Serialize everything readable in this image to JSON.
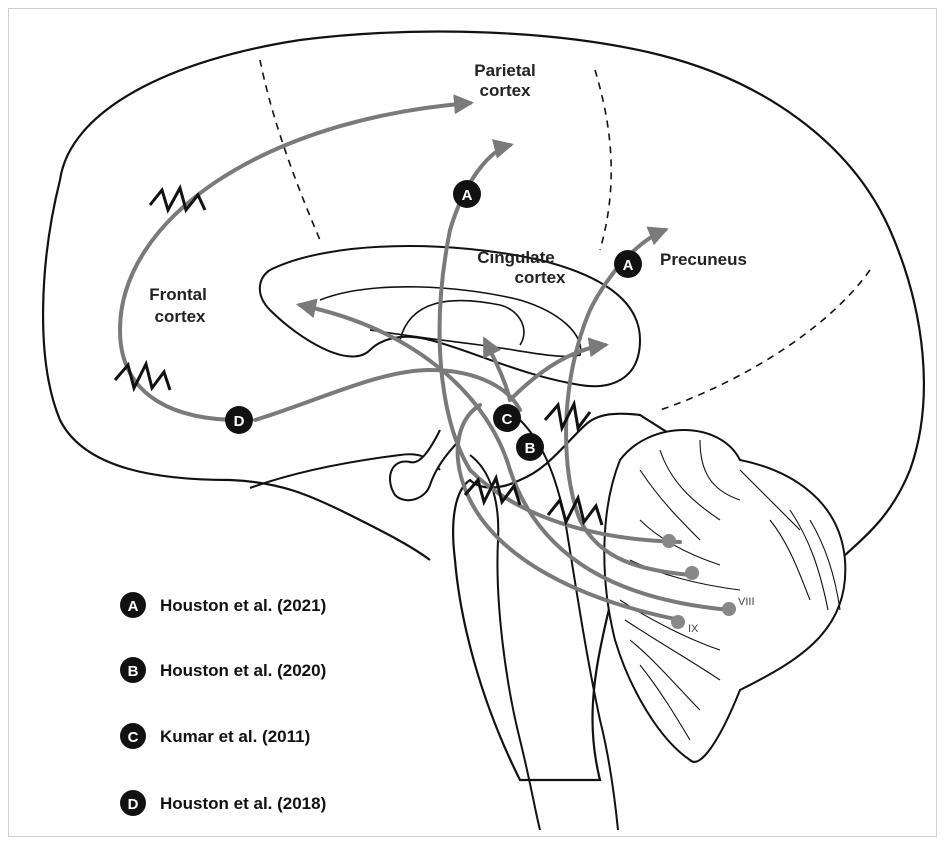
{
  "labels": {
    "parietal": [
      "Parietal",
      "cortex"
    ],
    "cingulate": [
      "Cingulate",
      "cortex"
    ],
    "frontal": [
      "Frontal",
      "cortex"
    ],
    "precuneus": "Precuneus",
    "lobule_viii": "VIII",
    "lobule_ix": "IX"
  },
  "badges": {
    "a": "A",
    "b": "B",
    "c": "C",
    "d": "D"
  },
  "legend": [
    {
      "badge": "A",
      "text": "Houston et al. (2021)"
    },
    {
      "badge": "B",
      "text": "Houston et al. (2020)"
    },
    {
      "badge": "C",
      "text": "Kumar et al. (2011)"
    },
    {
      "badge": "D",
      "text": "Houston et al. (2018)"
    }
  ],
  "colors": {
    "pathway": "#7a7a7a",
    "outline": "#111111",
    "badge_fill": "#111111",
    "badge_text": "#ffffff"
  }
}
